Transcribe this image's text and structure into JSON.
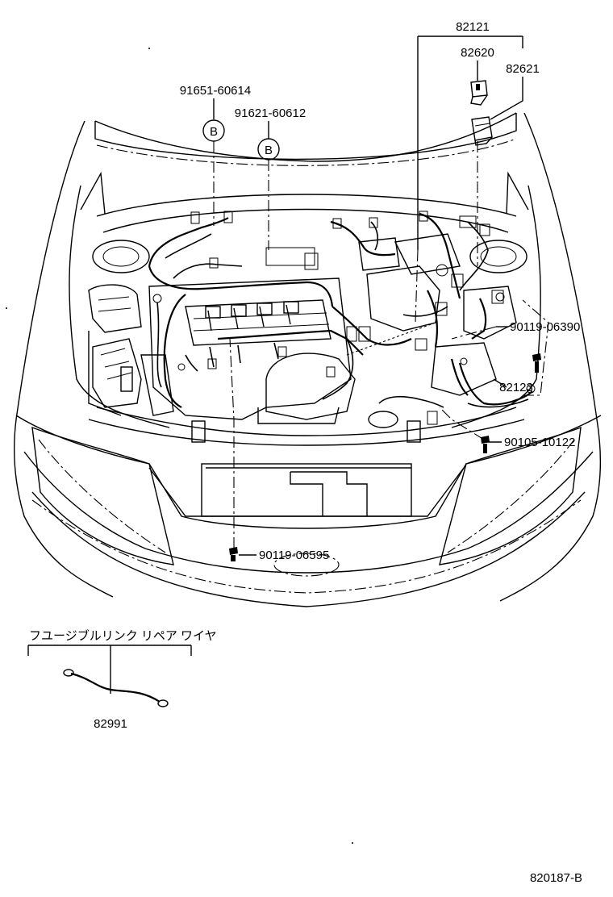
{
  "diagram": {
    "part_labels": {
      "p82121": "82121",
      "p82620": "82620",
      "p82621": "82621",
      "p91651": "91651-60614",
      "p91621": "91621-60612",
      "p90119_06390": "90119-06390",
      "p82123": "82123",
      "p90105": "90105-10122",
      "p90119_06595": "90119-06595",
      "p82991": "82991"
    },
    "callout_marks": {
      "b1": "B",
      "b2": "B"
    },
    "section_title": "フユージブルリンク リペア ワイヤ",
    "figure_code": "820187-B"
  }
}
